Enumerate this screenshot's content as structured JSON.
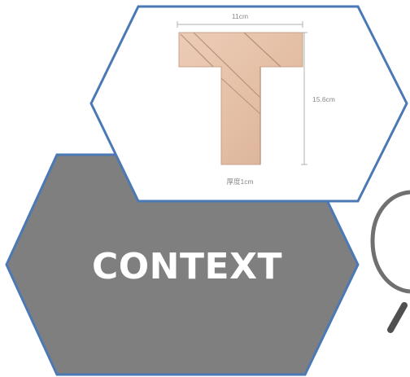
{
  "context_hexagon": {
    "label": "CONTEXT",
    "fill": "#7f7f7f",
    "stroke": "#4a79b5"
  },
  "product_image": {
    "width_label": "11cm",
    "height_label": "15.6cm",
    "thickness_label": "厚度1cm",
    "wood_color": "#e7c4ad"
  },
  "hexagon_stroke": "#4a79b5"
}
